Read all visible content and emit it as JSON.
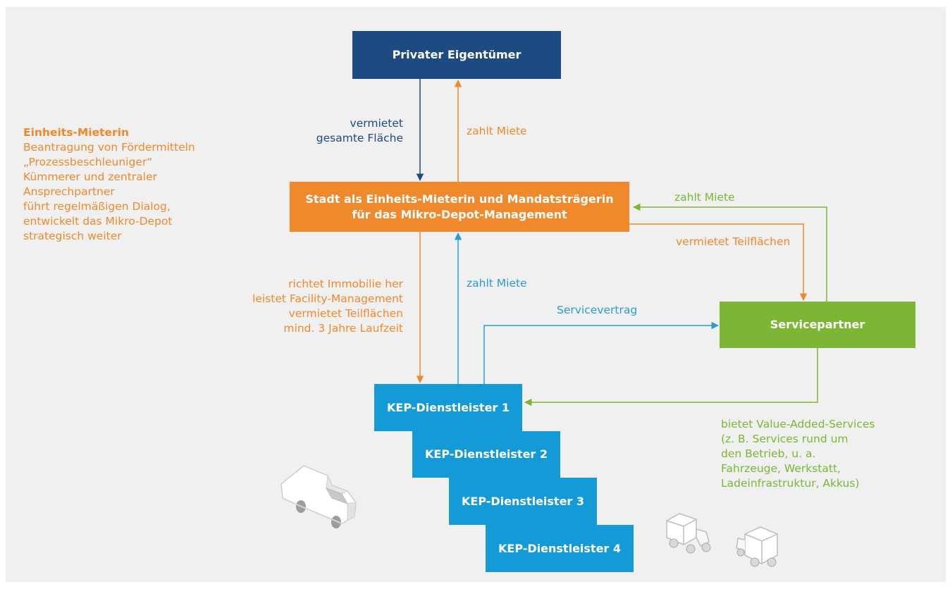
{
  "colors": {
    "navy": "#1d4a80",
    "orange": "#f0892b",
    "blue": "#2b9bd6",
    "green": "#7cb634",
    "background": "#f0f0f0"
  },
  "nodes": {
    "owner": "Privater Eigentümer",
    "city_line1": "Stadt als Einheits-Mieterin und Mandatsträgerin",
    "city_line2": "für das Mikro-Depot-Management",
    "service_partner": "Servicepartner",
    "kep": [
      "KEP-Dienstleister 1",
      "KEP-Dienstleister 2",
      "KEP-Dienstleister 3",
      "KEP-Dienstleister 4"
    ]
  },
  "side_note": {
    "title": "Einheits-Mieterin",
    "lines": [
      "Beantragung von Fördermitteln",
      "„Prozessbeschleuniger“",
      "Kümmerer und zentraler",
      "Ansprechpartner",
      "führt regelmäßigen Dialog,",
      "entwickelt das Mikro-Depot",
      "strategisch weiter"
    ]
  },
  "edges": {
    "owner_to_city": [
      "vermietet",
      "gesamte Fläche"
    ],
    "city_to_owner": "zahlt Miete",
    "service_to_city": "zahlt Miete",
    "city_to_service": "vermietet Teilflächen",
    "city_to_kep": [
      "richtet Immobilie her",
      "leistet Facility-Management",
      "vermietet Teilflächen",
      "mind. 3 Jahre Laufzeit"
    ],
    "kep_to_city": "zahlt Miete",
    "kep_to_service": "Servicevertrag",
    "service_to_kep": [
      "bietet Value-Added-Services",
      "(z. B. Services rund um",
      "den Betrieb, u. a.",
      "Fahrzeuge, Werkstatt,",
      "Ladeinfrastruktur, Akkus)"
    ]
  },
  "vehicles": [
    "van-icon",
    "cargo-bike-icon",
    "cargo-trike-icon"
  ]
}
